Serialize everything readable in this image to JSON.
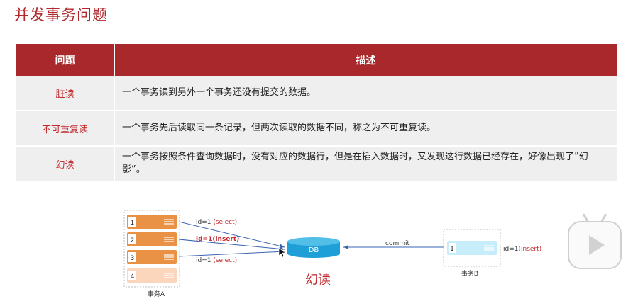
{
  "title": "并发事务问题",
  "table": {
    "headers": [
      "问题",
      "描述"
    ],
    "rows": [
      {
        "term": "脏读",
        "desc": "一个事务读到另外一个事务还没有提交的数据。"
      },
      {
        "term": "不可重复读",
        "desc": "一个事务先后读取同一条记录，但两次读取的数据不同，称之为不可重复读。"
      },
      {
        "term": "幻读",
        "desc": "一个事务按照条件查询数据时，没有对应的数据行，但是在插入数据时，又发现这行数据已经存在，好像出现了”幻影”。"
      }
    ]
  },
  "diagram": {
    "txA": {
      "label": "事务A",
      "rows": [
        {
          "num": "1",
          "color": "#e99246"
        },
        {
          "num": "2",
          "color": "#e99246"
        },
        {
          "num": "3",
          "color": "#e99246"
        },
        {
          "num": "4",
          "color": "#fbd6bd"
        }
      ]
    },
    "ops": [
      {
        "prefix": "id=1 ",
        "op": "(select)",
        "bold": false
      },
      {
        "prefix": "id=1",
        "op": "(insert)",
        "bold": true
      },
      {
        "prefix": "id=1 ",
        "op": "(select)",
        "bold": false
      }
    ],
    "db_label": "DB",
    "commit_label": "commit",
    "txB": {
      "label": "事务B",
      "row_num": "1",
      "op_prefix": "id=1",
      "op": "(insert)"
    },
    "caption": "幻读"
  },
  "colors": {
    "accent": "#a9282c",
    "orange": "#e99246",
    "orange_light": "#fbd6bd",
    "db_blue": "#1e9fd8",
    "light_cyan": "#c6eefa"
  },
  "icons": {
    "play_badge": "play-icon",
    "cursor": "cursor-icon"
  }
}
